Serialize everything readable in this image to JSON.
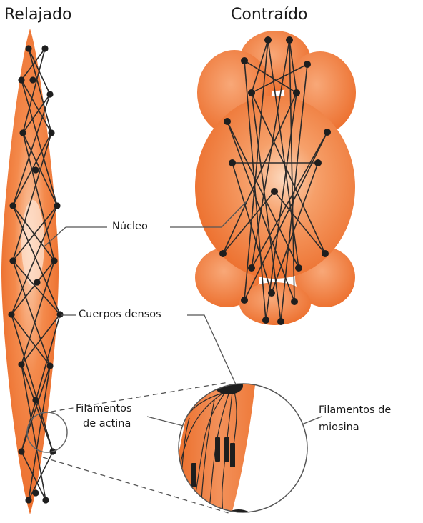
{
  "titles": {
    "relaxed": "Relajado",
    "contracted": "Contraído"
  },
  "labels": {
    "nucleus": "Núcleo",
    "dense_bodies": "Cuerpos densos",
    "actin_line1": "Filamentos",
    "actin_line2": "de actina",
    "myosin_line1": "Filamentos de",
    "myosin_line2": "miosina"
  },
  "colors": {
    "cell_orange": "#f07a3a",
    "cell_light": "#fbc8a4",
    "filament": "#2a2a2a",
    "dense_body": "#1e1e1e",
    "callout_line": "#555555"
  }
}
